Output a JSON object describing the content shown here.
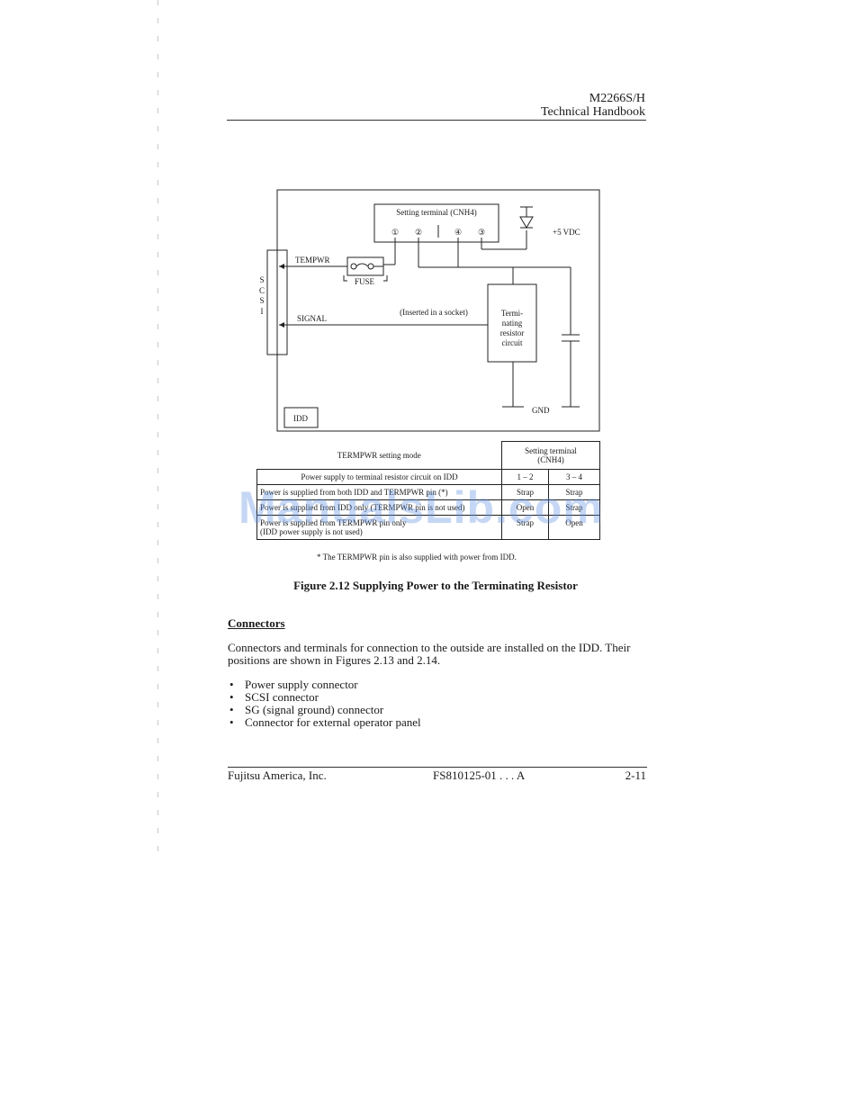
{
  "header": {
    "model": "M2266S/H",
    "doc_title": "Technical Handbook"
  },
  "diagram": {
    "setting_terminal_label": "Setting terminal (CNH4)",
    "pins": [
      "①",
      "②",
      "④",
      "③"
    ],
    "vdc_label": "+5 VDC",
    "tempwr_label": "TEMPWR",
    "fuse_label": "FUSE",
    "scsi_letters": [
      "S",
      "C",
      "S",
      "I"
    ],
    "signal_label": "SIGNAL",
    "inserted_label": "(Inserted in a socket)",
    "resistor_lines": [
      "Termi-",
      "nating",
      "resistor",
      "circuit"
    ],
    "gnd_label": "GND",
    "idd_label": "IDD"
  },
  "table": {
    "mode_header": "TERMPWR setting mode",
    "terminal_header_lines": [
      "Setting terminal",
      "(CNH4)"
    ],
    "rows": [
      {
        "mode": "Power supply to terminal resistor circuit on IDD",
        "c12": "1 – 2",
        "c34": "3 – 4"
      },
      {
        "mode": "Power is supplied from both IDD and TERMPWR pin (*)",
        "c12": "Strap",
        "c34": "Strap"
      },
      {
        "mode": "Power is supplied from IDD only (TERMPWR pin is not used)",
        "c12": "Open",
        "c34": "Strap"
      },
      {
        "mode": "Power is supplied from TERMPWR pin only",
        "mode2": "(IDD power supply is not used)",
        "c12": "Strap",
        "c34": "Open"
      }
    ],
    "note": "*   The TERMPWR pin is also supplied with power from IDD."
  },
  "figure_caption": "Figure 2.12  Supplying Power to the Terminating Resistor",
  "section_title": "Connectors",
  "paragraph": "Connectors and terminals for connection to the outside are installed on the IDD.  Their positions are shown in Figures 2.13 and 2.14.",
  "bullets": [
    "Power supply connector",
    "SCSI connector",
    "SG (signal ground) connector",
    "Connector for external operator panel"
  ],
  "footer": {
    "company": "Fujitsu America, Inc.",
    "doc_number": "FS810125-01 . . . A",
    "page": "2-11"
  },
  "watermark": "ManualsLib.com"
}
